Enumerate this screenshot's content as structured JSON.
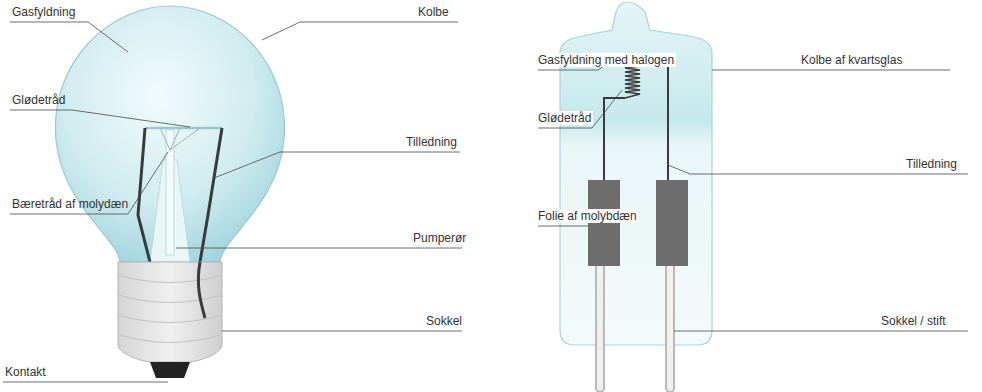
{
  "diagram": {
    "labels": [
      "Gasfyldning",
      "Kolbe",
      "Glødetråd",
      "Tilledning",
      "Bæretråd af molydæn",
      "Pumperør",
      "Sokkel",
      "Kontakt",
      "Gasfyldning med halogen",
      "Kolbe af kvartsglas",
      "Glødetråd",
      "Tilledning",
      "Folie af molybdæn",
      "Sokkel / stift"
    ]
  }
}
